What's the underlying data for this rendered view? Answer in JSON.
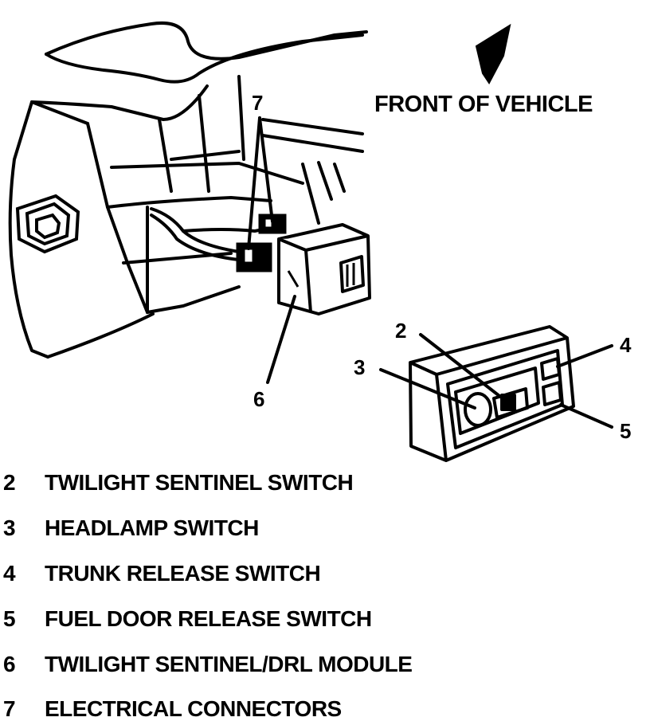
{
  "orientation": {
    "label": "FRONT OF VEHICLE",
    "arrow_icon": "direction-arrow-icon"
  },
  "callouts": {
    "c2": "2",
    "c3": "3",
    "c4": "4",
    "c5": "5",
    "c6": "6",
    "c7": "7"
  },
  "legend": [
    {
      "number": "2",
      "text": "TWILIGHT SENTINEL SWITCH"
    },
    {
      "number": "3",
      "text": "HEADLAMP SWITCH"
    },
    {
      "number": "4",
      "text": "TRUNK RELEASE SWITCH"
    },
    {
      "number": "5",
      "text": "FUEL DOOR RELEASE SWITCH"
    },
    {
      "number": "6",
      "text": "TWILIGHT SENTINEL/DRL MODULE"
    },
    {
      "number": "7",
      "text": "ELECTRICAL CONNECTORS"
    }
  ]
}
